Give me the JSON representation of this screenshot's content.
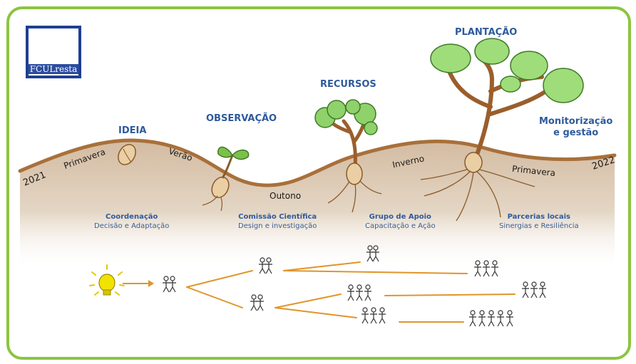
{
  "logo": {
    "text": "FCULresta"
  },
  "stages": {
    "ideia": "IDEIA",
    "observacao": "OBSERVAÇÃO",
    "recursos": "RECURSOS",
    "plantacao": "PLANTAÇÃO",
    "monitorizacao_1": "Monitorização",
    "monitorizacao_2": "e gestão"
  },
  "years": {
    "start": "2021",
    "end": "2022"
  },
  "seasons": {
    "primavera_1": "Primavera",
    "verao": "Verão",
    "outono": "Outono",
    "inverno": "Inverno",
    "primavera_2": "Primavera"
  },
  "groups": [
    {
      "title": "Coordenação",
      "subtitle": "Decisão e Adaptação"
    },
    {
      "title": "Comissão Científica",
      "subtitle": "Design e investigação"
    },
    {
      "title": "Grupo de Apoio",
      "subtitle": "Capacitação e Ação"
    },
    {
      "title": "Parcerias locais",
      "subtitle": "Sinergias e Resiliência"
    }
  ],
  "colors": {
    "frame": "#8cc43f",
    "soil": "#d8c4ad",
    "ground_line": "#a8703a",
    "text_blue": "#2e5a9c",
    "arrow": "#e0952a",
    "bulb": "#f2e200"
  }
}
